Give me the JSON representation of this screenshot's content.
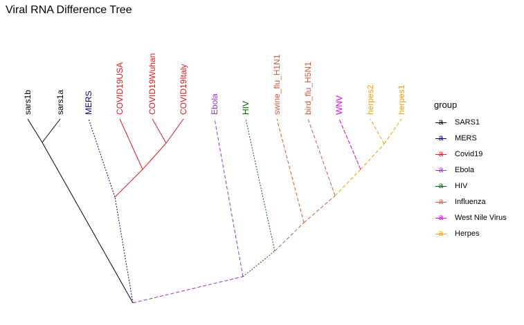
{
  "title": "Viral RNA Difference Tree",
  "legend": {
    "title": "group",
    "key_glyph": "a",
    "items": [
      {
        "label": "SARS1",
        "color": "#000000"
      },
      {
        "label": "MERS",
        "color": "#000080"
      },
      {
        "label": "Covid19",
        "color": "#e31a1c"
      },
      {
        "label": "Ebola",
        "color": "#9932cc"
      },
      {
        "label": "HIV",
        "color": "#006400"
      },
      {
        "label": "Influenza",
        "color": "#cd5c3c"
      },
      {
        "label": "West Nile Virus",
        "color": "#e000e0"
      },
      {
        "label": "Herpes",
        "color": "#f4a000"
      }
    ]
  },
  "tree": {
    "tips": [
      {
        "label": "sars1b",
        "group": "SARS1"
      },
      {
        "label": "sars1a",
        "group": "SARS1"
      },
      {
        "label": "MERS",
        "group": "MERS"
      },
      {
        "label": "COVID19USA",
        "group": "Covid19"
      },
      {
        "label": "COVID19Wuhan",
        "group": "Covid19"
      },
      {
        "label": "COVID19Italy",
        "group": "Covid19"
      },
      {
        "label": "Ebola",
        "group": "Ebola"
      },
      {
        "label": "HIV",
        "group": "HIV"
      },
      {
        "label": "swine_flu_H1N1",
        "group": "Influenza"
      },
      {
        "label": "bird_flu_H5N1",
        "group": "Influenza"
      },
      {
        "label": "WNV",
        "group": "West Nile Virus"
      },
      {
        "label": "herpes2",
        "group": "Herpes"
      },
      {
        "label": "herpes1",
        "group": "Herpes"
      }
    ]
  }
}
